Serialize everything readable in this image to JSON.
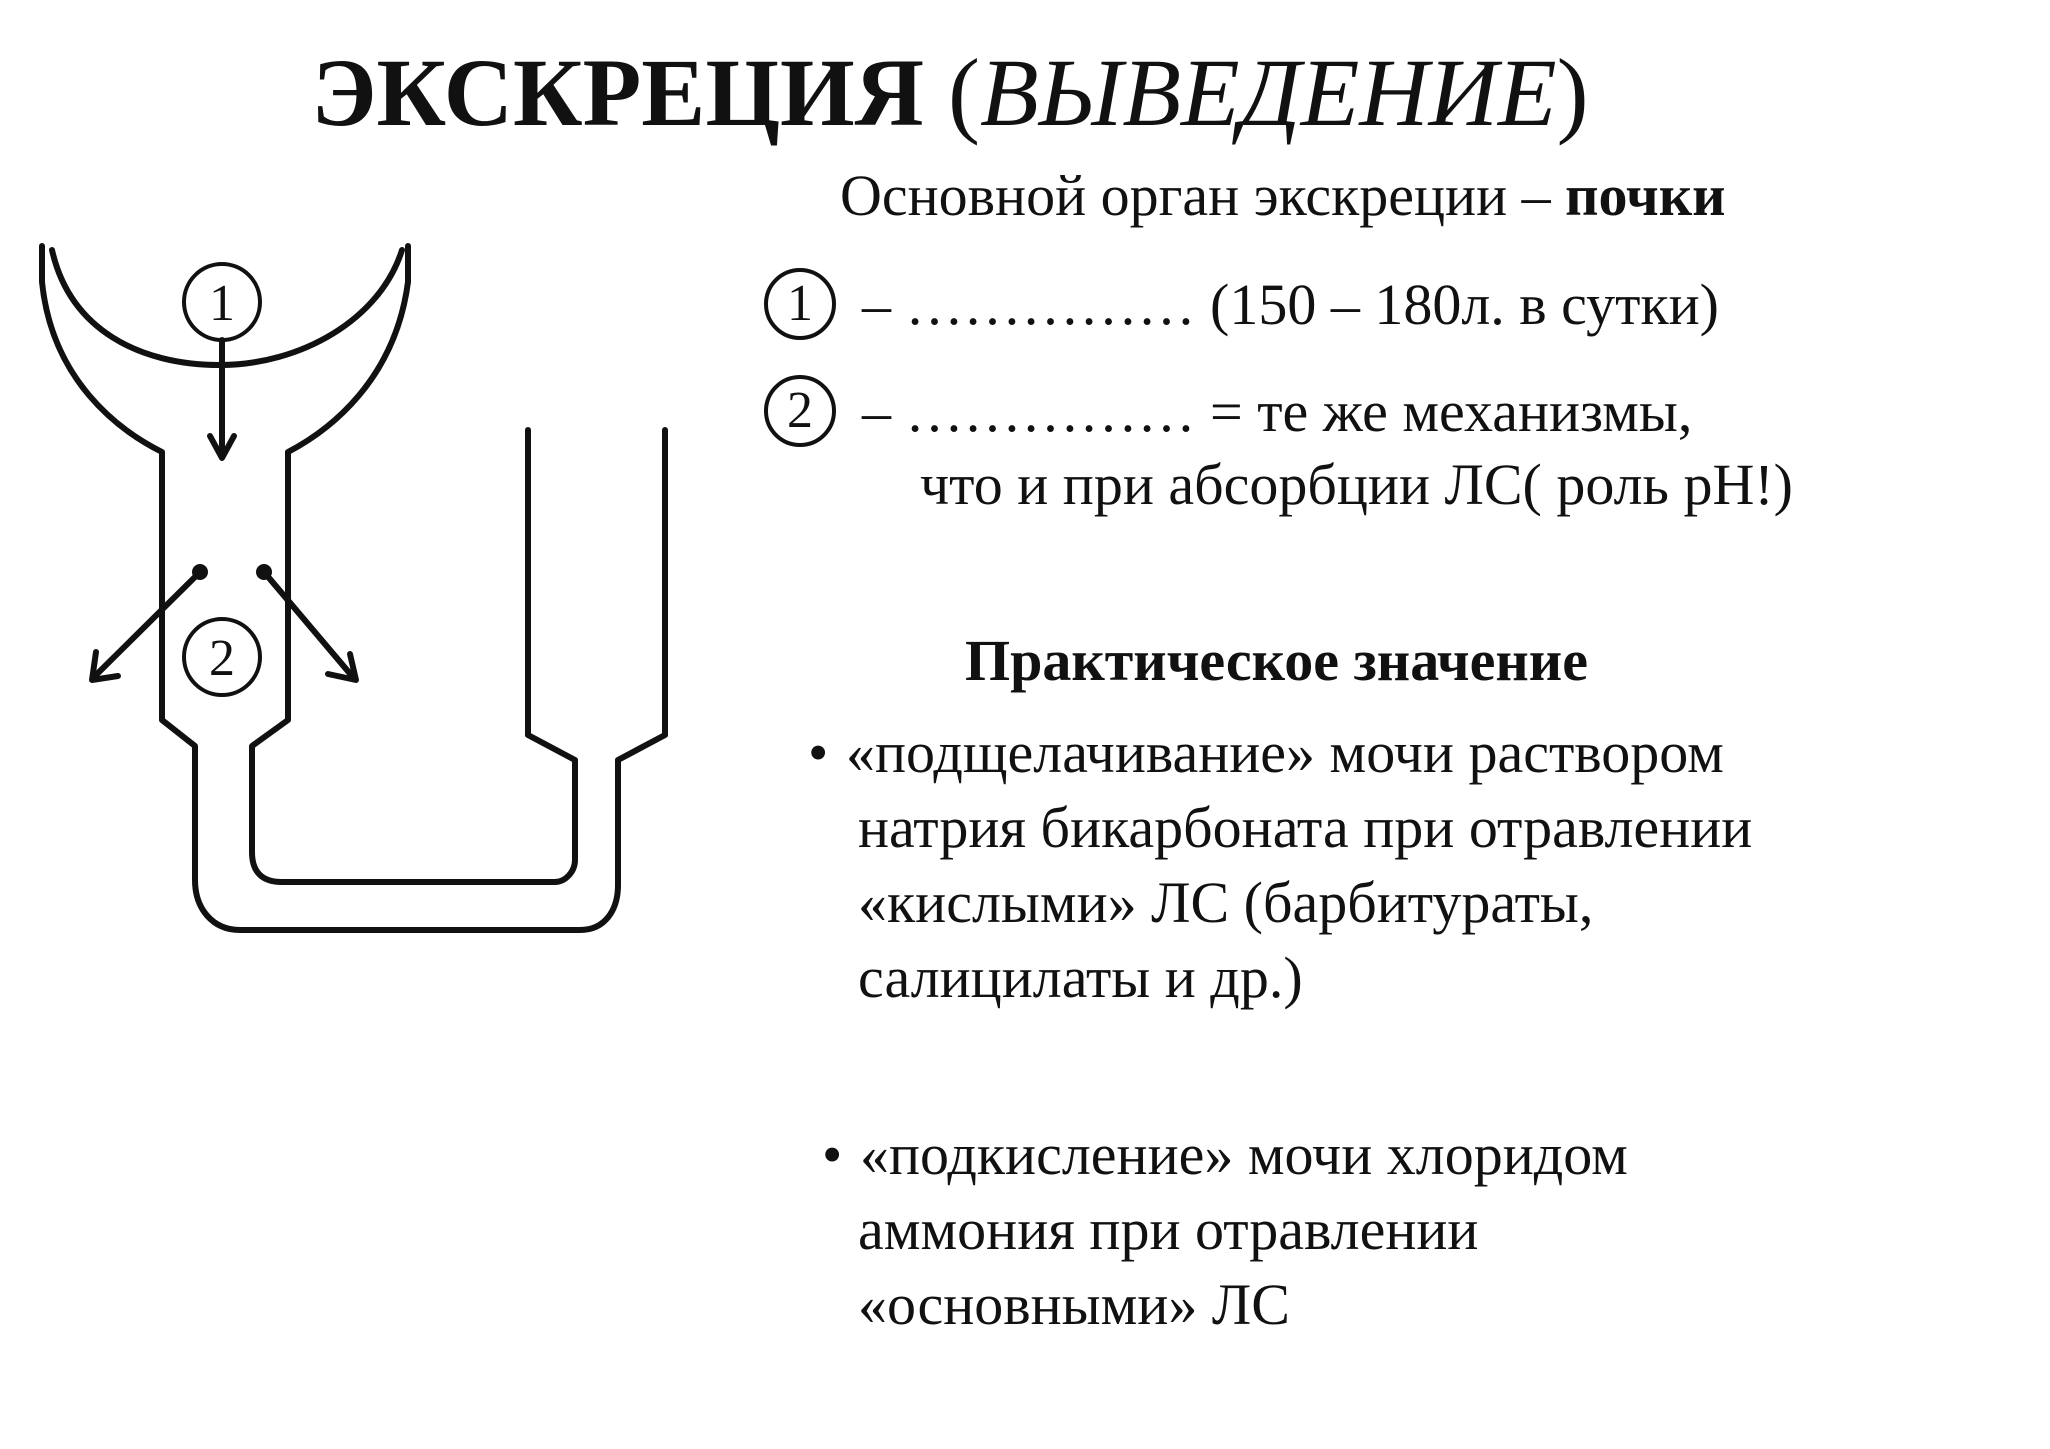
{
  "title": {
    "bold": "ЭКСКРЕЦИЯ",
    "open": "(",
    "italic": "ВЫВЕДЕНИЕ",
    "close": ")"
  },
  "organ": {
    "prefix": "Основной орган экскреции – ",
    "bold": "почки"
  },
  "steps": [
    {
      "num": "1",
      "lines": [
        "– …………… (150 – 180л. в сутки)"
      ]
    },
    {
      "num": "2",
      "lines": [
        "– …………… = те же механизмы,",
        "что и при абсорбции ЛС( роль pH!)"
      ]
    }
  ],
  "practical": {
    "heading": "Практическое значение",
    "bullets": [
      {
        "marker": "•",
        "lines": [
          "«подщелачивание» мочи раствором",
          "натрия бикарбоната при отравлении",
          "«кислыми» ЛС (барбитураты,",
          "салицилаты и др.)"
        ]
      },
      {
        "marker": "•",
        "lines": [
          "«подкисление» мочи хлоридом",
          "аммония при отравлении",
          "«основными» ЛС"
        ]
      }
    ]
  },
  "diagram": {
    "label_1": "1",
    "label_2": "2"
  }
}
